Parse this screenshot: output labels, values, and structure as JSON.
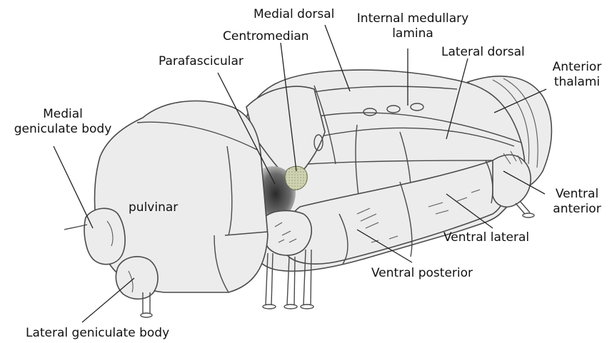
{
  "labels": {
    "medial_dorsal": "Medial dorsal",
    "internal_medullary_lamina": "Internal medullary\nlamina",
    "centromedian": "Centromedian",
    "lateral_dorsal": "Lateral dorsal",
    "anterior_thalami": "Anterior\nthalami",
    "parafascicular": "Parafascicular",
    "medial_geniculate_body": "Medial\ngeniculate body",
    "pulvinar": "pulvinar",
    "ventral_anterior": "Ventral\nanterior",
    "ventral_lateral": "Ventral lateral",
    "ventral_posterior": "Ventral posterior",
    "lateral_geniculate_body": "Lateral geniculate body"
  },
  "colors": {
    "fill": "#ececec",
    "stroke": "#4a4a4a",
    "parafascicular_shade": "#3a3a3a",
    "centromedian_fill": "#c9ccab"
  }
}
